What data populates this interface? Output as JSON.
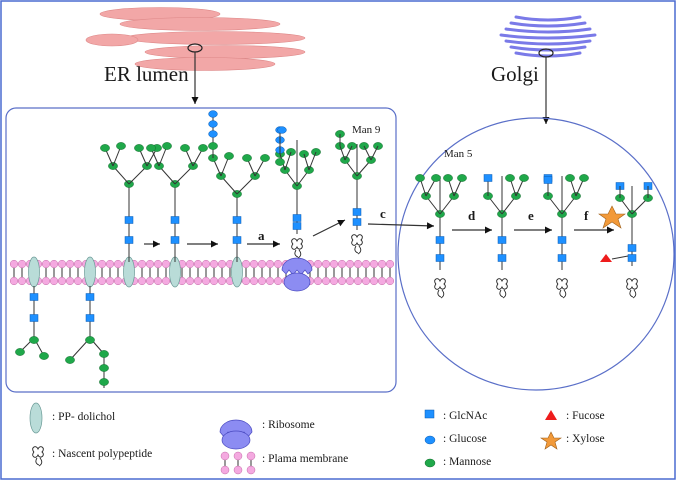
{
  "labels": {
    "er_lumen": "ER lumen",
    "golgi": "Golgi",
    "man9": "Man 9",
    "man5": "Man 5"
  },
  "steps": [
    "a",
    "c",
    "d",
    "e",
    "f"
  ],
  "legend": {
    "pp_dolichol": ": PP- dolichol",
    "nascent": ": Nascent  polypeptide",
    "ribosome": ": Ribosome",
    "membrane": ": Plama membrane",
    "glcnac": ": GlcNAc",
    "glucose": ": Glucose",
    "mannose": ": Mannose",
    "fucose": ": Fucose",
    "xylose": ": Xylose"
  },
  "colors": {
    "border": "#4a6bd1",
    "er": "#f2a7a7",
    "golgi": "#7a7ae8",
    "dolichol": "#b9dcd8",
    "ribosome": "#8c8cf2",
    "membrane": "#f4a9e0",
    "glcnac": "#1e90ff",
    "glucose": "#1e90ff",
    "mannose": "#1fa84a",
    "fucose": "#ee1c1c",
    "xylose": "#f29a3a"
  }
}
